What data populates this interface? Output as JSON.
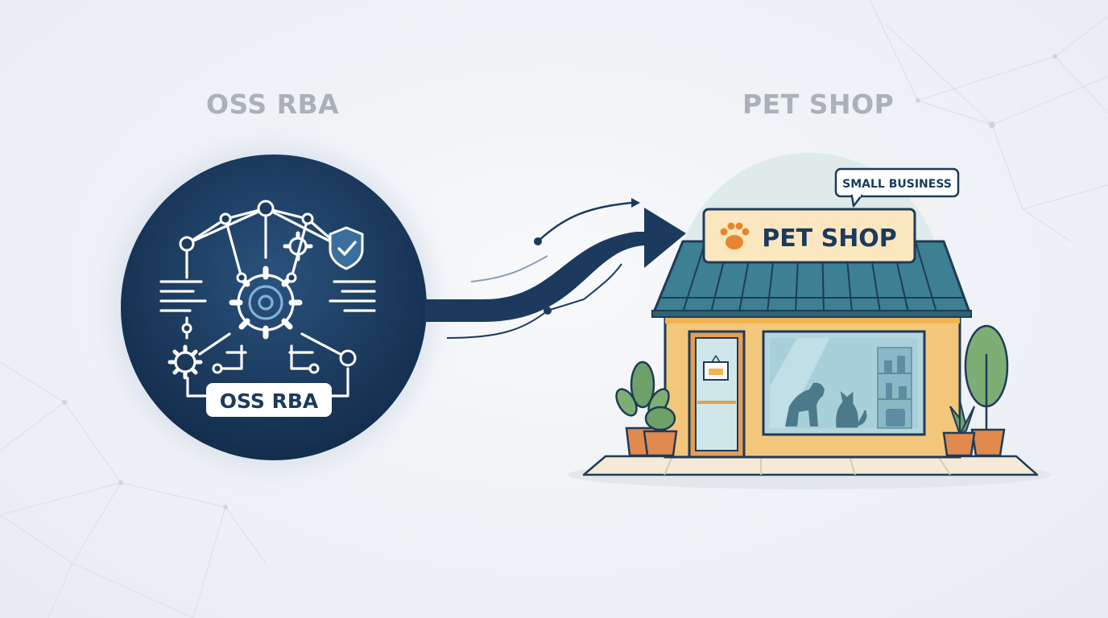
{
  "left_node": {
    "heading": "OSS RBA",
    "badge_label": "OSS RBA",
    "icon": "network-gear-shield-icon"
  },
  "right_node": {
    "heading": "PET SHOP",
    "sign_label": "PET SHOP",
    "callout_label": "SMALL BUSINESS",
    "icon": "storefront-icon"
  },
  "connector": {
    "icon": "curved-arrow-icon"
  },
  "colors": {
    "navy": "#1b3a5e",
    "roof_teal": "#3d7f93",
    "wall_orange": "#f3c77a",
    "paw_orange": "#e8842c",
    "heading_gray": "#aab1ba"
  }
}
